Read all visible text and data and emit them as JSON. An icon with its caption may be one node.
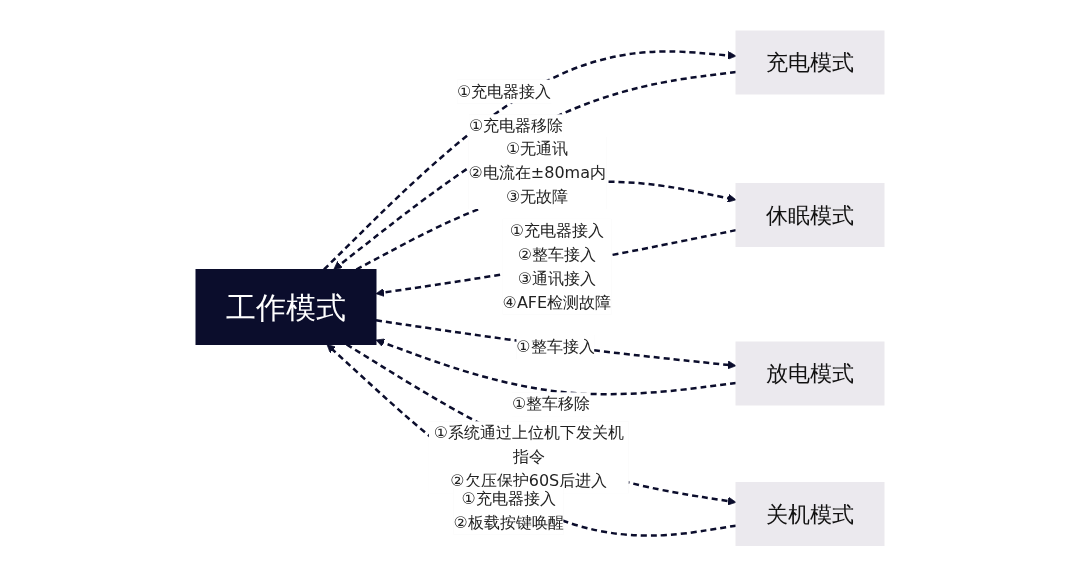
{
  "diagram": {
    "nodes": [
      {
        "text": [
          "工作模式"
        ]
      },
      {
        "text": [
          "充电模式"
        ]
      },
      {
        "text": [
          "休眠模式"
        ]
      },
      {
        "text": [
          "放电模式"
        ]
      },
      {
        "text": [
          "关机模式"
        ]
      }
    ],
    "edges": [
      {
        "from": 0,
        "to": 1,
        "arrow": "to",
        "label": "①充电器接入",
        "style": "dashed"
      },
      {
        "from": 1,
        "to": 0,
        "arrow": "to",
        "label": "①充电器移除",
        "style": "dashed"
      },
      {
        "from": 2,
        "to": 0,
        "arrow": "to",
        "label": "①充电器接入 ②整车接入 ③通讯接入 ④AFE检测故障",
        "style": "dashed"
      },
      {
        "from": 0,
        "to": 2,
        "arrow": "to",
        "label": "①无通讯 ②电流在±80ma内 ③无故障",
        "style": "dashed"
      },
      {
        "from": 0,
        "to": 3,
        "arrow": "to",
        "label": "①整车接入",
        "style": "dashed"
      },
      {
        "from": 3,
        "to": 0,
        "arrow": "to",
        "label": "①整车移除",
        "style": "dashed"
      },
      {
        "from": 0,
        "to": 4,
        "arrow": "to",
        "label": "①系统通过上位机下发关机指令 ②欠压保护60S后进入",
        "style": "dashed"
      },
      {
        "from": 4,
        "to": 0,
        "arrow": "to",
        "label": "①充电器接入 ②板载按键唤醒",
        "style": "dashed"
      }
    ]
  }
}
